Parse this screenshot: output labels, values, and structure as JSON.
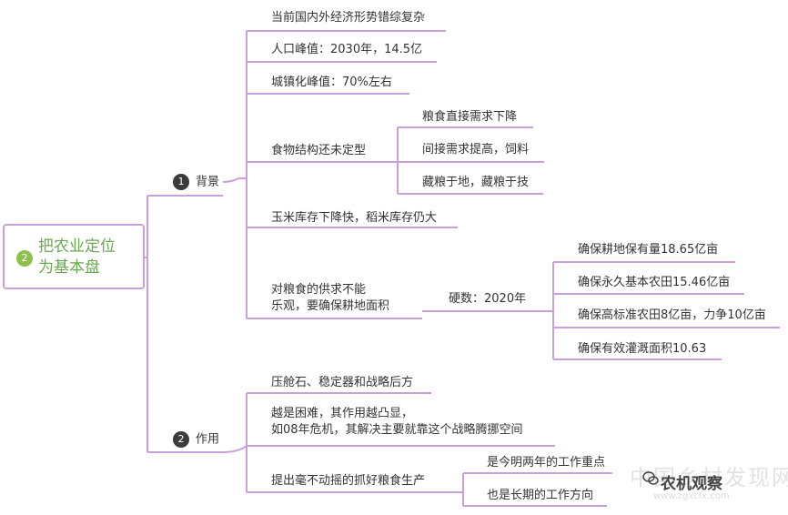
{
  "root": {
    "badge": "2",
    "line1": "把农业定位",
    "line2": "为基本盘"
  },
  "branches": [
    {
      "badge": "1",
      "label": "背景"
    },
    {
      "badge": "2",
      "label": "作用"
    }
  ],
  "background_items": [
    "当前国内外经济形势错综复杂",
    "人口峰值：2030年，14.5亿",
    "城镇化峰值：70%左右",
    "食物结构还未定型",
    "玉米库存下降快，稻米库存仍大"
  ],
  "food_structure_children": [
    "粮食直接需求下降",
    "间接需求提高，饲料",
    "藏粮于地，藏粮于技"
  ],
  "supply_item": {
    "line1": "对粮食的供求不能",
    "line2": "乐观，要确保耕地面积"
  },
  "hard_target": "硬数：2020年",
  "hard_target_children": [
    "确保耕地保有量18.65亿亩",
    "确保永久基本农田15.46亿亩",
    "确保高标准农田8亿亩，力争10亿亩",
    "确保有效灌溉面积10.63"
  ],
  "role_items": {
    "first": "压舱石、稳定器和战略后方",
    "second_line1": "越是困难，其作用越凸显，",
    "second_line2": "如08年危机，其解决主要就靠这个战略腾挪空间",
    "third": "提出毫不动摇的抓好粮食生产"
  },
  "role_third_children": [
    "是今明两年的工作重点",
    "也是长期的工作方向"
  ],
  "watermark": {
    "text": "中国乡村发现网",
    "url": "www.zgxcfx.com",
    "brand": "农机观察"
  },
  "colors": {
    "line": "#c9a0d8",
    "root_text": "#6aa84f",
    "root_badge": "#8fc14a",
    "badge": "#3b3b3b"
  }
}
